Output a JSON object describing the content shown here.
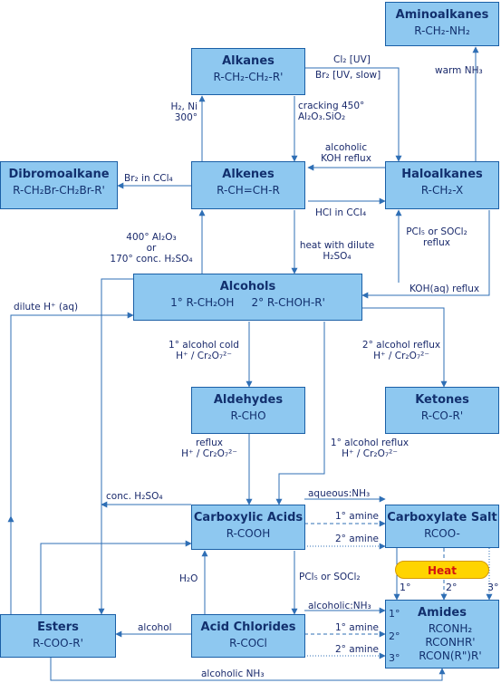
{
  "boxes": {
    "aminoalkanes": {
      "title": "Aminoalkanes",
      "formula": "R-CH₂-NH₂"
    },
    "alkanes": {
      "title": "Alkanes",
      "formula": "R-CH₂-CH₂-R'"
    },
    "dibromoalkane": {
      "title": "Dibromoalkane",
      "formula": "R-CH₂Br-CH₂Br-R'"
    },
    "alkenes": {
      "title": "Alkenes",
      "formula": "R-CH=CH-R"
    },
    "haloalkanes": {
      "title": "Haloalkanes",
      "formula": "R-CH₂-X"
    },
    "alcohols": {
      "title": "Alcohols",
      "formula": "1° R-CH₂OH     2° R-CHOH-R'"
    },
    "aldehydes": {
      "title": "Aldehydes",
      "formula": "R-CHO"
    },
    "ketones": {
      "title": "Ketones",
      "formula": "R-CO-R'"
    },
    "carboxylic_acids": {
      "title": "Carboxylic Acids",
      "formula": "R-COOH"
    },
    "carboxylate_salt": {
      "title": "Carboxylate Salt",
      "formula": "RCOO-"
    },
    "esters": {
      "title": "Esters",
      "formula": "R-COO-R'"
    },
    "acid_chlorides": {
      "title": "Acid Chlorides",
      "formula": "R-COCl"
    },
    "amides": {
      "title": "Amides",
      "formula": "RCONH₂\nRCONHR'\nRCON(R\")R'"
    }
  },
  "heat_label": "Heat",
  "labels": {
    "cl2_uv": "Cl₂ [UV]",
    "br2_uv": "Br₂ [UV, slow]",
    "warm_nh3": "warm NH₃",
    "h2_ni": "H₂, Ni\n300°",
    "cracking": "cracking 450°\nAl₂O₃.SiO₂",
    "alcoholic_koh": "alcoholic\nKOH reflux",
    "br2_ccl4": "Br₂ in CCl₄",
    "hcl_ccl4": "HCl in CCl₄",
    "al2o3": "400° Al₂O₃\nor\n170° conc. H₂SO₄",
    "heat_dilute": "heat with dilute\nH₂SO₄",
    "pcl5_socl2_top": "PCl₅ or SOCl₂\nreflux",
    "koh_aq": "KOH(aq) reflux",
    "dilute_h": "dilute H⁺ (aq)",
    "primary_cold": "1° alcohol cold\nH⁺ / Cr₂O₇²⁻",
    "secondary_reflux": "2° alcohol reflux\nH⁺ / Cr₂O₇²⁻",
    "reflux_h": "reflux\nH⁺ / Cr₂O₇²⁻",
    "primary_reflux": "1° alcohol reflux\nH⁺ / Cr₂O₇²⁻",
    "conc_h2so4": "conc. H₂SO₄",
    "aqueous_nh3": "aqueous:NH₃",
    "primary_amine_1": "1° amine",
    "secondary_amine_1": "2° amine",
    "h2o": "H₂O",
    "pcl5_socl2": "PCl₅ or SOCl₂",
    "alcoholic_nh3_1": "alcoholic:NH₃",
    "primary_amine_2": "1° amine",
    "secondary_amine_2": "2° amine",
    "alcohol": "alcohol",
    "alcoholic_nh3_2": "alcoholic NH₃",
    "deg_1": "1°",
    "deg_2": "2°",
    "deg_3": "3°",
    "amide_1": "1°",
    "amide_2": "2°",
    "amide_3": "3°"
  }
}
